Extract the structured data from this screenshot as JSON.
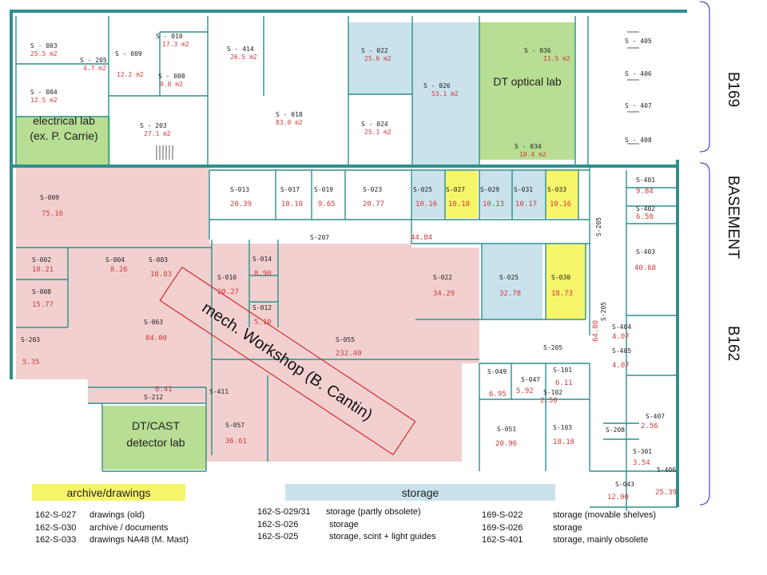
{
  "side_labels": {
    "top": "B169",
    "middle": "BASEMENT",
    "bottom": "B162"
  },
  "zones": {
    "electrical": "electrical lab (ex. P. Carrie)",
    "dt_optical": "DT optical lab",
    "dt_cast": "DT/CAST detector lab",
    "workshop": "mech. Workshop (B. Cantin)"
  },
  "colors": {
    "pink": "#f2d0d0",
    "blue": "#c9e2ec",
    "green": "#b7de93",
    "yellow": "#f7f56a",
    "wall": "#2f8f8f"
  },
  "rooms": [
    {
      "id": "S-003",
      "name": "S - 003",
      "value": "25.5 m2"
    },
    {
      "id": "S-004",
      "name": "S - 004",
      "value": "12.5 m2"
    },
    {
      "id": "S-205a",
      "name": "S - 205",
      "value": "4.7 m2"
    },
    {
      "id": "S-009",
      "name": "S - 009",
      "value": "12.2 m2"
    },
    {
      "id": "S-010",
      "name": "S - 010",
      "value": "17.3 m2"
    },
    {
      "id": "S-008",
      "name": "S - 008",
      "value": "9.8 m2"
    },
    {
      "id": "S-414",
      "name": "S - 414",
      "value": "26.5 m2"
    },
    {
      "id": "S-203",
      "name": "S - 203",
      "value": "27.1 m2"
    },
    {
      "id": "S-018",
      "name": "S - 018",
      "value": "83.0 m2"
    },
    {
      "id": "S-022t",
      "name": "S - 022",
      "value": "25.6 m2"
    },
    {
      "id": "S-024",
      "name": "S - 024",
      "value": "25.1 m2"
    },
    {
      "id": "S-026t",
      "name": "S - 026",
      "value": "53.1 m2"
    },
    {
      "id": "S-036",
      "name": "S - 036",
      "value": "11.5 m2"
    },
    {
      "id": "S-034",
      "name": "S - 034",
      "value": "10.4 m2"
    },
    {
      "id": "S-405",
      "name": "S - 405",
      "value": ""
    },
    {
      "id": "S-406",
      "name": "S - 406",
      "value": ""
    },
    {
      "id": "S-407t",
      "name": "S - 407",
      "value": ""
    },
    {
      "id": "S-408",
      "name": "S - 408",
      "value": ""
    },
    {
      "id": "S-13",
      "name": "S-013",
      "value": "20.39"
    },
    {
      "id": "S-17",
      "name": "S-017",
      "value": "10.10"
    },
    {
      "id": "S-19",
      "name": "S-019",
      "value": "9.65"
    },
    {
      "id": "S-23",
      "name": "S-023",
      "value": "20.77"
    },
    {
      "id": "S-25",
      "name": "S-025",
      "value": "10.16"
    },
    {
      "id": "S-27",
      "name": "S-027",
      "value": "10.18"
    },
    {
      "id": "S-29",
      "name": "S-029",
      "value": "10.13"
    },
    {
      "id": "S-31",
      "name": "S-031",
      "value": "10.17"
    },
    {
      "id": "S-33",
      "name": "S-033",
      "value": "10.16"
    },
    {
      "id": "S-401",
      "name": "S-401",
      "value": "9.84"
    },
    {
      "id": "S-402",
      "name": "S-402",
      "value": "6.58"
    },
    {
      "id": "S-403",
      "name": "S-403",
      "value": "40.68"
    },
    {
      "id": "S-009b",
      "name": "S-009",
      "value": "75.16"
    },
    {
      "id": "S-002b",
      "name": "S-002",
      "value": "10.21"
    },
    {
      "id": "S-004b",
      "name": "S-004",
      "value": "8.26"
    },
    {
      "id": "S-003b",
      "name": "S-003",
      "value": "18.83"
    },
    {
      "id": "S-008b",
      "name": "S-008",
      "value": "15.77"
    },
    {
      "id": "S-063",
      "name": "S-063",
      "value": "84.00"
    },
    {
      "id": "S-203b",
      "name": "S-203",
      "value": "5.35"
    },
    {
      "id": "S-010b",
      "name": "S-010",
      "value": "20.27"
    },
    {
      "id": "S-014",
      "name": "S-014",
      "value": "8.90"
    },
    {
      "id": "S-012",
      "name": "S-012",
      "value": "5.10"
    },
    {
      "id": "S-055",
      "name": "S-055",
      "value": "232.40"
    },
    {
      "id": "S-022b",
      "name": "S-022",
      "value": "34.29"
    },
    {
      "id": "S-025b",
      "name": "S-025",
      "value": "32.78"
    },
    {
      "id": "S-030",
      "name": "S-030",
      "value": "18.73"
    },
    {
      "id": "S-404",
      "name": "S-404",
      "value": "4.07"
    },
    {
      "id": "S-405b",
      "name": "S-405",
      "value": "4.07"
    },
    {
      "id": "S-049",
      "name": "S-049",
      "value": "6.95"
    },
    {
      "id": "S-047",
      "name": "S-047",
      "value": "5.92"
    },
    {
      "id": "S-101",
      "name": "S-101",
      "value": "6.11"
    },
    {
      "id": "S-102",
      "name": "S-102",
      "value": "2.50"
    },
    {
      "id": "S-103",
      "name": "S-103",
      "value": "18.18"
    },
    {
      "id": "S-051",
      "name": "S-051",
      "value": "20.96"
    },
    {
      "id": "S-057",
      "name": "S-057",
      "value": "36.61"
    },
    {
      "id": "S-212",
      "name": "S-212",
      "value": "6.41"
    },
    {
      "id": "S-411",
      "name": "S-411",
      "value": ""
    },
    {
      "id": "S-407b",
      "name": "S-407",
      "value": "2.56"
    },
    {
      "id": "S-301",
      "name": "S-301",
      "value": "3.54"
    },
    {
      "id": "S-406b",
      "name": "S-406",
      "value": "25.39"
    },
    {
      "id": "S-043",
      "name": "S-043",
      "value": "12.00"
    },
    {
      "id": "S-207",
      "name": "S-207",
      "value": "44.84"
    },
    {
      "id": "S-205c",
      "name": "S-205",
      "value": "64.80"
    },
    {
      "id": "S-205d",
      "name": "S-205",
      "value": ""
    },
    {
      "id": "S-205v",
      "name": "S-205",
      "value": ""
    },
    {
      "id": "S-208",
      "name": "S-208",
      "value": ""
    }
  ],
  "legend": {
    "archive_title": "archive/drawings",
    "storage_title": "storage",
    "archive_items": [
      {
        "code": "162-S-027",
        "desc": "drawings (old)"
      },
      {
        "code": "162-S-030",
        "desc": "archive / documents"
      },
      {
        "code": "162-S-033",
        "desc": "drawings NA48 (M. Mast)"
      }
    ],
    "storage_items_a": [
      {
        "code": "162-S-029/31",
        "desc": "storage (partly  obsolete)"
      },
      {
        "code": "162-S-026",
        "desc": "storage"
      },
      {
        "code": "162-S-025",
        "desc": "storage, scint + light guides"
      }
    ],
    "storage_items_b": [
      {
        "code": "169-S-022",
        "desc": "storage (movable shelves)"
      },
      {
        "code": "169-S-026",
        "desc": "storage"
      },
      {
        "code": "162-S-401",
        "desc": "storage, mainly obsolete"
      }
    ]
  }
}
